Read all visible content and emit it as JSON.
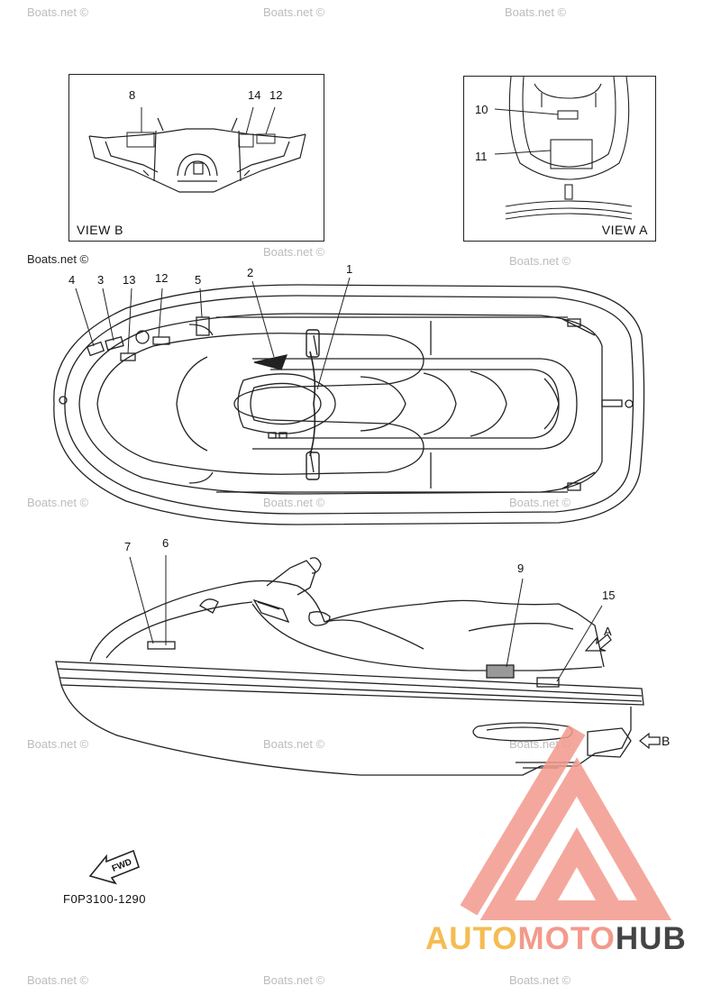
{
  "views": {
    "view_b": {
      "title": "VIEW B",
      "callouts": [
        "8",
        "14",
        "12"
      ]
    },
    "view_a": {
      "title": "VIEW A",
      "callouts": [
        "10",
        "11"
      ]
    }
  },
  "top_view": {
    "callouts": [
      "4",
      "3",
      "13",
      "12",
      "5",
      "2",
      "1"
    ]
  },
  "side_view": {
    "callouts": [
      "7",
      "6",
      "9",
      "15"
    ],
    "arrow_a": "A",
    "arrow_b": "B"
  },
  "fwd_label": "FWD",
  "part_code": "F0P3100-1290",
  "watermark": "Boats.net ©",
  "brand": {
    "part1": "AUTO",
    "part2": "MOTO",
    "part3": "HUB",
    "colors": {
      "auto": "#f5bc52",
      "moto": "#f39a8c",
      "hub": "#444444"
    }
  }
}
